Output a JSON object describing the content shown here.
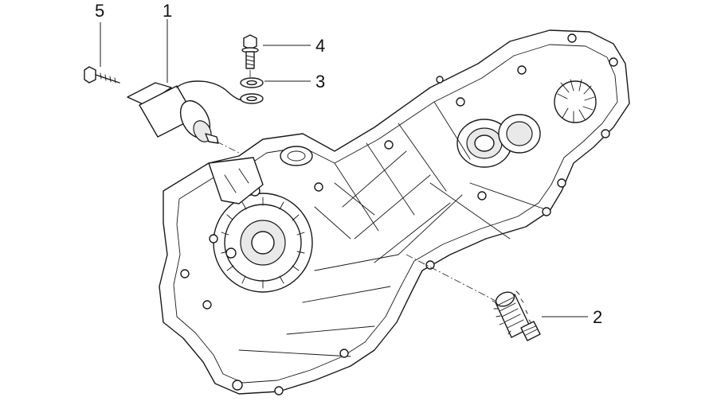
{
  "callouts": [
    {
      "id": "c1",
      "label": "1"
    },
    {
      "id": "c2",
      "label": "2"
    },
    {
      "id": "c3",
      "label": "3"
    },
    {
      "id": "c4",
      "label": "4"
    },
    {
      "id": "c5",
      "label": "5"
    }
  ],
  "colors": {
    "ink": "#1a1a1a",
    "background": "#ffffff"
  }
}
